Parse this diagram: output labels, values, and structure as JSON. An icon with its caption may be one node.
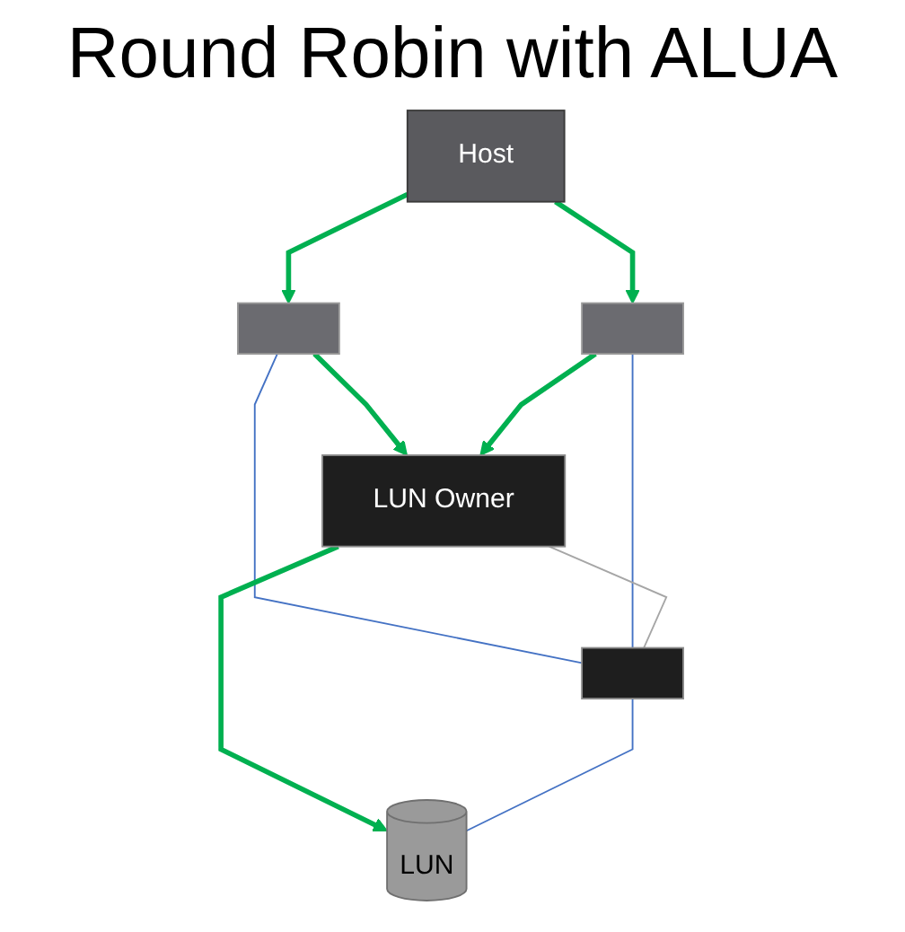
{
  "diagram": {
    "title": "Round Robin with ALUA",
    "nodes": [
      {
        "text": [
          "Host"
        ]
      },
      {
        "text": [],
        "shape": "box"
      },
      {
        "text": [],
        "shape": "box"
      },
      {
        "text": [
          "LUN Owner"
        ]
      },
      {
        "text": [],
        "shape": "box"
      },
      {
        "text": [
          "LUN"
        ]
      }
    ],
    "edges": [
      {
        "from": 0,
        "to": 1,
        "arrow": "to"
      },
      {
        "from": 0,
        "to": 2,
        "arrow": "to"
      },
      {
        "from": 1,
        "to": 3,
        "arrow": "to"
      },
      {
        "from": 2,
        "to": 3,
        "arrow": "to"
      },
      {
        "from": 1,
        "to": 4,
        "arrow": "none",
        "color": "#4472c4"
      },
      {
        "from": 2,
        "to": 4,
        "arrow": "none",
        "color": "#4472c4"
      },
      {
        "from": 3,
        "to": 4,
        "arrow": "none",
        "color": "#a6a6a6"
      },
      {
        "from": 3,
        "to": 5,
        "arrow": "to"
      },
      {
        "from": 4,
        "to": 5,
        "arrow": "none",
        "color": "#4472c4"
      }
    ]
  }
}
